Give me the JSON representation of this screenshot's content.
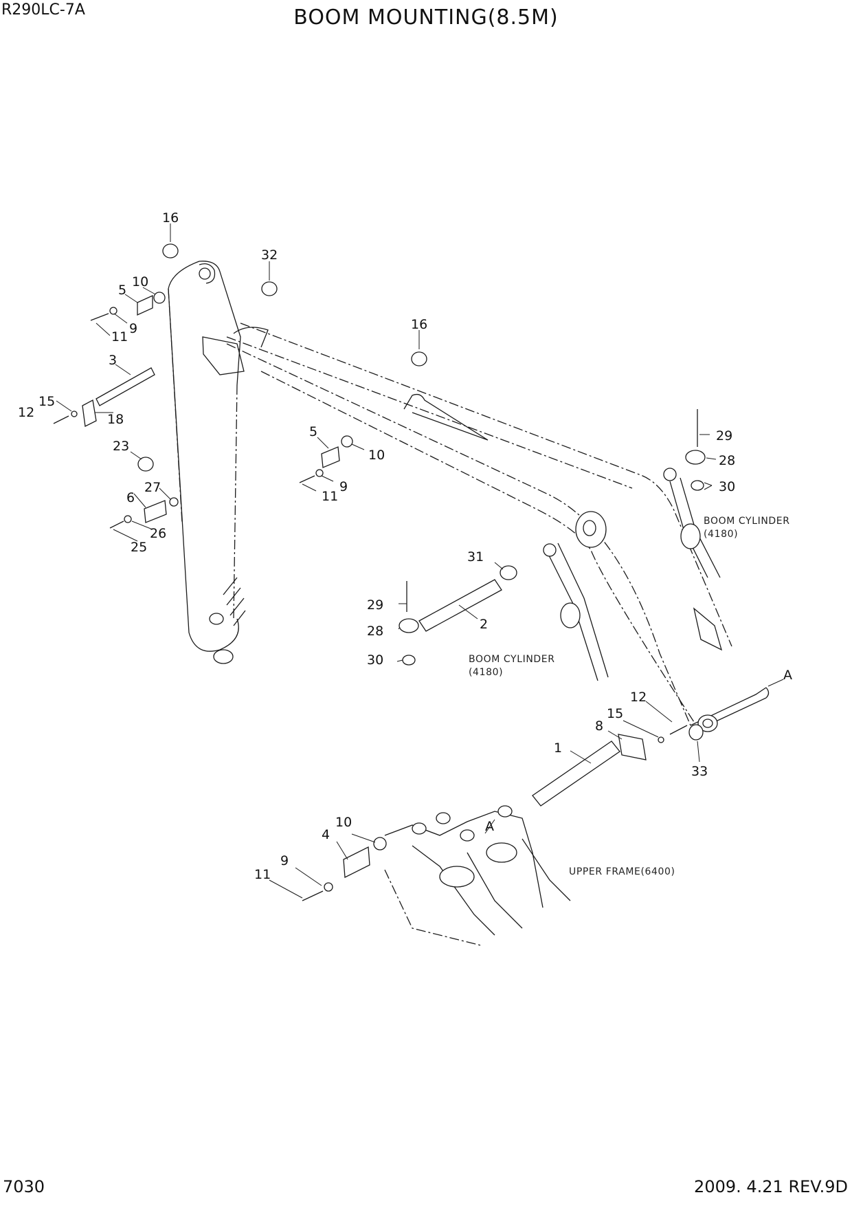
{
  "header": {
    "model": "R290LC-7A",
    "title": "BOOM MOUNTING(8.5M)"
  },
  "footer": {
    "page": "7030",
    "revision": "2009. 4.21  REV.9D"
  },
  "notes": {
    "boom_cylinder_right_1": "BOOM CYLINDER",
    "boom_cylinder_right_2": "(4180)",
    "boom_cylinder_center_1": "BOOM CYLINDER",
    "boom_cylinder_center_2": "(4180)",
    "upper_frame": "UPPER FRAME(6400)",
    "ref_a_right": "A",
    "ref_a_frame": "A"
  },
  "callouts": [
    "16",
    "32",
    "10",
    "5",
    "9",
    "11",
    "3",
    "15",
    "12",
    "18",
    "23",
    "27",
    "6",
    "26",
    "25",
    "16",
    "5",
    "10",
    "9",
    "11",
    "29",
    "28",
    "30",
    "31",
    "29",
    "28",
    "2",
    "30",
    "12",
    "15",
    "8",
    "1",
    "33",
    "10",
    "4",
    "9",
    "11"
  ]
}
